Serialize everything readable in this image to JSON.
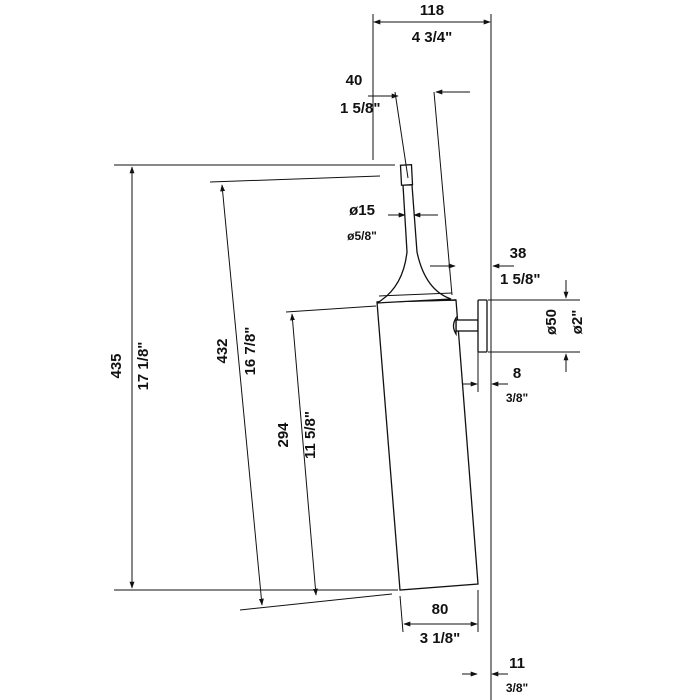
{
  "dimensions": {
    "width_total": {
      "mm": "118",
      "inch": "4 3/4\""
    },
    "handle_width": {
      "mm": "40",
      "inch": "1 5/8\""
    },
    "handle_diam": {
      "mm": "ø15",
      "inch": "ø5/8\""
    },
    "arm_length": {
      "mm": "38",
      "inch": "1 5/8\""
    },
    "flange_diam": {
      "mm": "ø50",
      "inch": "ø2\""
    },
    "flange_depth": {
      "mm": "8",
      "inch": "3/8\""
    },
    "height_total": {
      "mm": "435",
      "inch": "17 1/8\""
    },
    "height_brush": {
      "mm": "432",
      "inch": "16 7/8\""
    },
    "height_holder": {
      "mm": "294",
      "inch": "11 5/8\""
    },
    "holder_width": {
      "mm": "80",
      "inch": "3 1/8\""
    },
    "wall_offset": {
      "mm": "11",
      "inch": "3/8\""
    }
  }
}
